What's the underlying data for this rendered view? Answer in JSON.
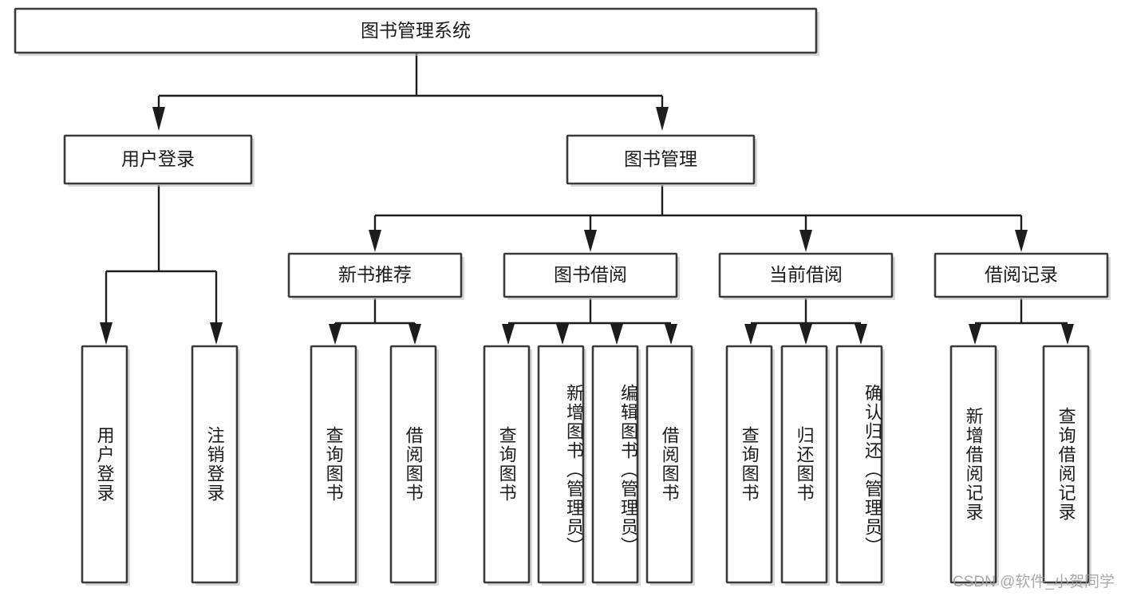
{
  "diagram": {
    "title": "图书管理系统",
    "type": "hierarchy-tree",
    "orientation": "top-down",
    "levels": 4,
    "colors": {
      "node_fill": "#ffffff",
      "node_stroke": "#3a3a3a",
      "edge": "#1d1d1d",
      "text": "#1b1b1b",
      "watermark": "#9b9b9b",
      "background": "#ffffff"
    },
    "root": {
      "label": "图书管理系统"
    },
    "level2": [
      {
        "label": "用户登录"
      },
      {
        "label": "图书管理"
      }
    ],
    "level3": [
      {
        "label": "新书推荐"
      },
      {
        "label": "图书借阅"
      },
      {
        "label": "当前借阅"
      },
      {
        "label": "借阅记录"
      }
    ],
    "leaves": {
      "user_login": [
        {
          "label": "用户登录"
        },
        {
          "label": "注销登录"
        }
      ],
      "new_book_recommend": [
        {
          "label": "查询图书"
        },
        {
          "label": "借阅图书"
        }
      ],
      "book_borrow": [
        {
          "label": "查询图书"
        },
        {
          "label": "新增图书（管理员）"
        },
        {
          "label": "编辑图书（管理员）"
        },
        {
          "label": "借阅图书"
        }
      ],
      "current_borrow": [
        {
          "label": "查询图书"
        },
        {
          "label": "归还图书"
        },
        {
          "label": "确认归还（管理员）"
        }
      ],
      "borrow_record": [
        {
          "label": "新增借阅记录"
        },
        {
          "label": "查询借阅记录"
        }
      ]
    },
    "watermark": "CSDN @软件_小贺同学"
  }
}
